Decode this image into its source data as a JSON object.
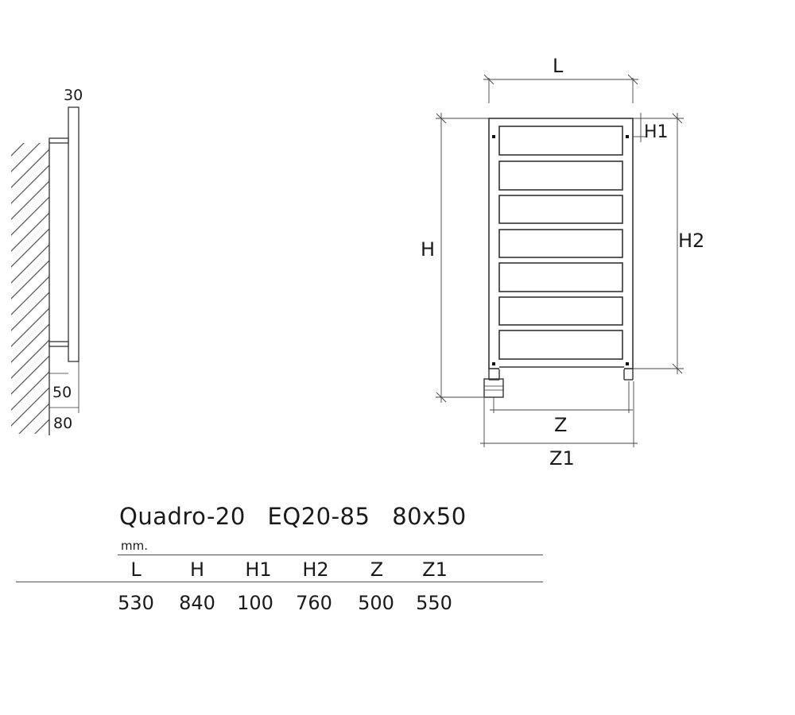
{
  "side_view": {
    "depth_label": "30",
    "projection_label": "50",
    "wall_distance_label": "80"
  },
  "front_view": {
    "width_label": "L",
    "height_label": "H",
    "top_offset_label": "H1",
    "connection_height_label": "H2",
    "axis_spacing_label": "Z",
    "total_spacing_label": "Z1"
  },
  "spec": {
    "model": "Quadro-20",
    "code": "EQ20-85",
    "profile": "80x50",
    "unit": "mm.",
    "headers": [
      "L",
      "H",
      "H1",
      "H2",
      "Z",
      "Z1"
    ],
    "values": [
      "530",
      "840",
      "100",
      "760",
      "500",
      "550"
    ]
  }
}
